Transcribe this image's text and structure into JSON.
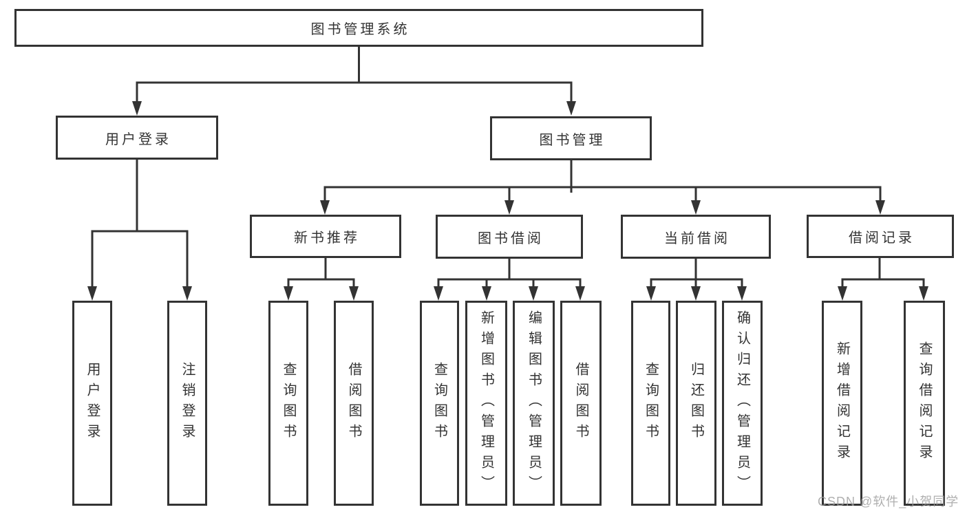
{
  "colors": {
    "line": "#333333",
    "box_border": "#333333",
    "text": "#333333",
    "background": "#ffffff",
    "watermark": "#9e9e9e"
  },
  "watermark": {
    "text": "CSDN @软件_小贺同学"
  },
  "tree": {
    "root": {
      "label": "图书管理系统"
    },
    "branches": [
      {
        "label": "用户登录",
        "children": [
          {
            "label": "用户登录"
          },
          {
            "label": "注销登录"
          }
        ]
      },
      {
        "label": "图书管理",
        "sections": [
          {
            "label": "新书推荐",
            "children": [
              {
                "label": "查询图书"
              },
              {
                "label": "借阅图书"
              }
            ]
          },
          {
            "label": "图书借阅",
            "children": [
              {
                "label": "查询图书"
              },
              {
                "label": "新增图书（管理员）"
              },
              {
                "label": "编辑图书（管理员）"
              },
              {
                "label": "借阅图书"
              }
            ]
          },
          {
            "label": "当前借阅",
            "children": [
              {
                "label": "查询图书"
              },
              {
                "label": "归还图书"
              },
              {
                "label": "确认归还（管理员）"
              }
            ]
          },
          {
            "label": "借阅记录",
            "children": [
              {
                "label": "新增借阅记录"
              },
              {
                "label": "查询借阅记录"
              }
            ]
          }
        ]
      }
    ]
  }
}
